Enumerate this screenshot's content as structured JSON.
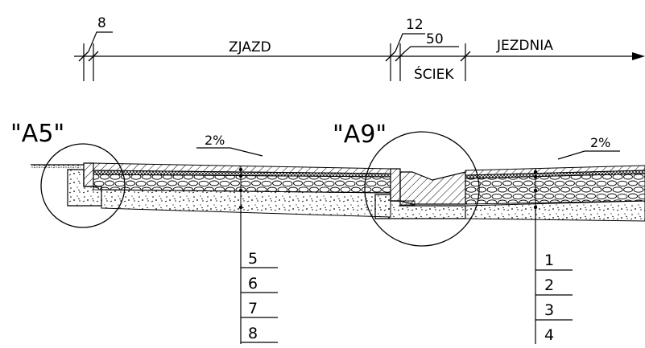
{
  "dimensions": {
    "d8": "8",
    "zjazd": "ZJAZD",
    "d12": "12",
    "d50": "50",
    "sciek": "ŚCIEK",
    "jezdnia": "JEZDNIA"
  },
  "details": {
    "a5": "\"A5\"",
    "a9": "\"A9\""
  },
  "slopes": {
    "left": "2%",
    "right": "2%"
  },
  "layers_left": [
    "5",
    "6",
    "7",
    "8"
  ],
  "layers_right": [
    "1",
    "2",
    "3",
    "4"
  ]
}
